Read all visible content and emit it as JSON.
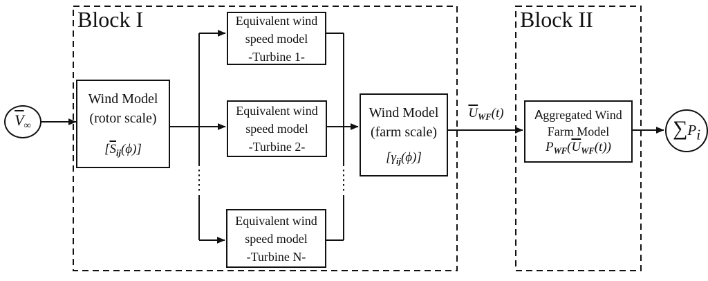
{
  "diagram": {
    "block1": {
      "label": "Block I"
    },
    "block2": {
      "label": "Block II"
    },
    "source": {
      "base": "V",
      "sub": "∞"
    },
    "rotor_model": {
      "line1": "Wind Model",
      "line2": "(rotor scale)",
      "f_open": "[",
      "f_base": "S",
      "f_sub": "ij",
      "f_rest": "(ϕ)]"
    },
    "turbines": [
      {
        "line1": "Equivalent wind",
        "line2": "speed model",
        "line3": "-Turbine 1-"
      },
      {
        "line1": "Equivalent wind",
        "line2": "speed model",
        "line3": "-Turbine 2-"
      },
      {
        "line1": "Equivalent wind",
        "line2": "speed model",
        "line3": "-Turbine N-"
      }
    ],
    "farm_model": {
      "line1": "Wind Model",
      "line2": "(farm scale)",
      "f_open": "[",
      "f_base": "γ",
      "f_sub": "ij",
      "f_rest": "(ϕ)]"
    },
    "uwf_label": {
      "base": "U",
      "sub": "WF",
      "rest": "(t)"
    },
    "aggregated_model": {
      "line1": "Aggregated Wind",
      "line2": "Farm Model",
      "p_base": "P",
      "p_sub": "WF",
      "p_open": "(",
      "u_base": "U",
      "u_sub": "WF",
      "p_rest": "(t))"
    },
    "sum": {
      "sigma": "∑",
      "base": "P",
      "sub": "i"
    }
  }
}
